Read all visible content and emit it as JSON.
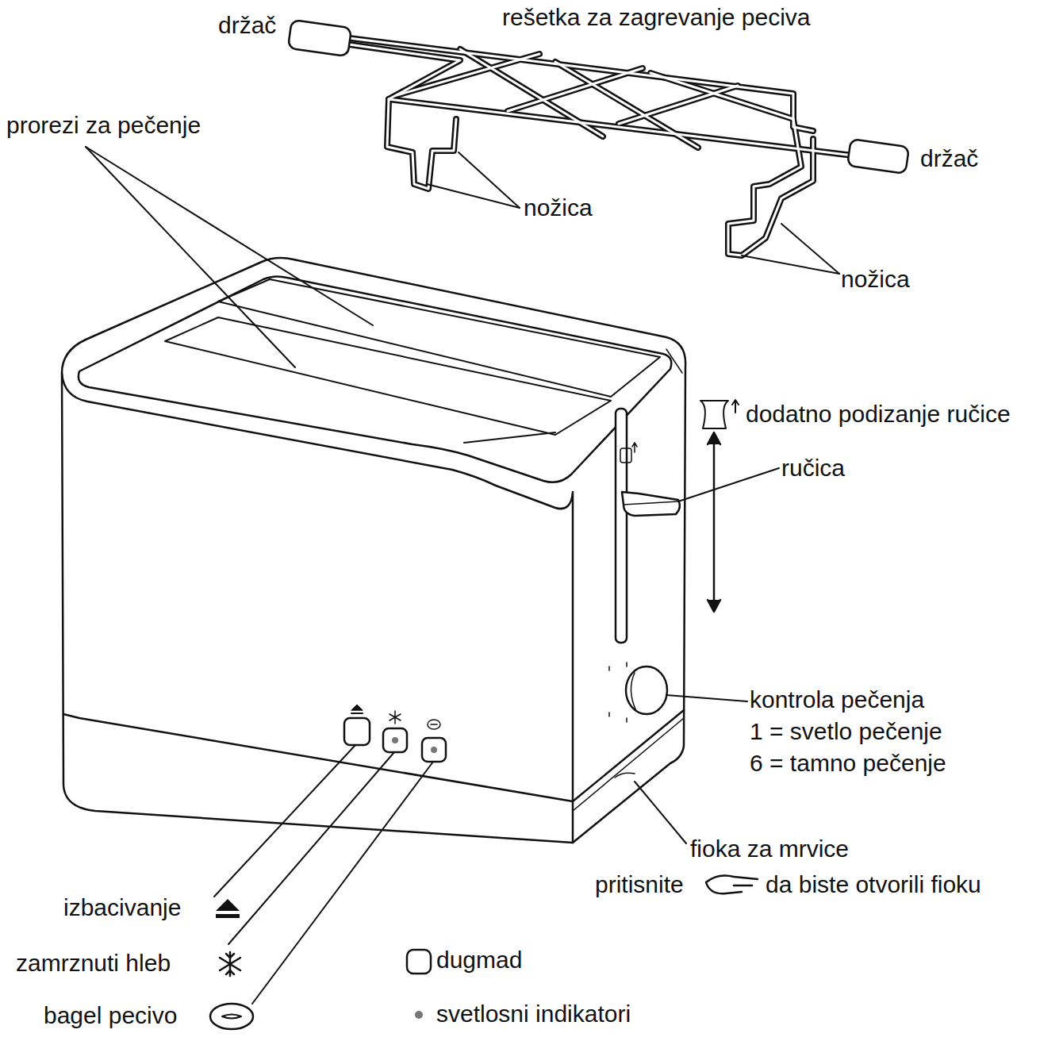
{
  "diagram": {
    "labels": [
      "držač",
      "rešetka za zagrevanje peciva",
      "prorezi za pečenje",
      "držač",
      "nožica",
      "nožica",
      "dodatno podizanje ručice",
      "ručica",
      "kontrola pečenja",
      "1 = svetlo pečenje",
      "6 = tamno pečenje",
      "fioka za mrvice",
      "pritisnite",
      "da biste otvorili fioku",
      "izbacivanje",
      "zamrznuti hleb",
      "bagel pecivo"
    ],
    "legend": [
      {
        "text": "dugmad"
      },
      {
        "text": "svetlosni indikatori"
      }
    ]
  }
}
